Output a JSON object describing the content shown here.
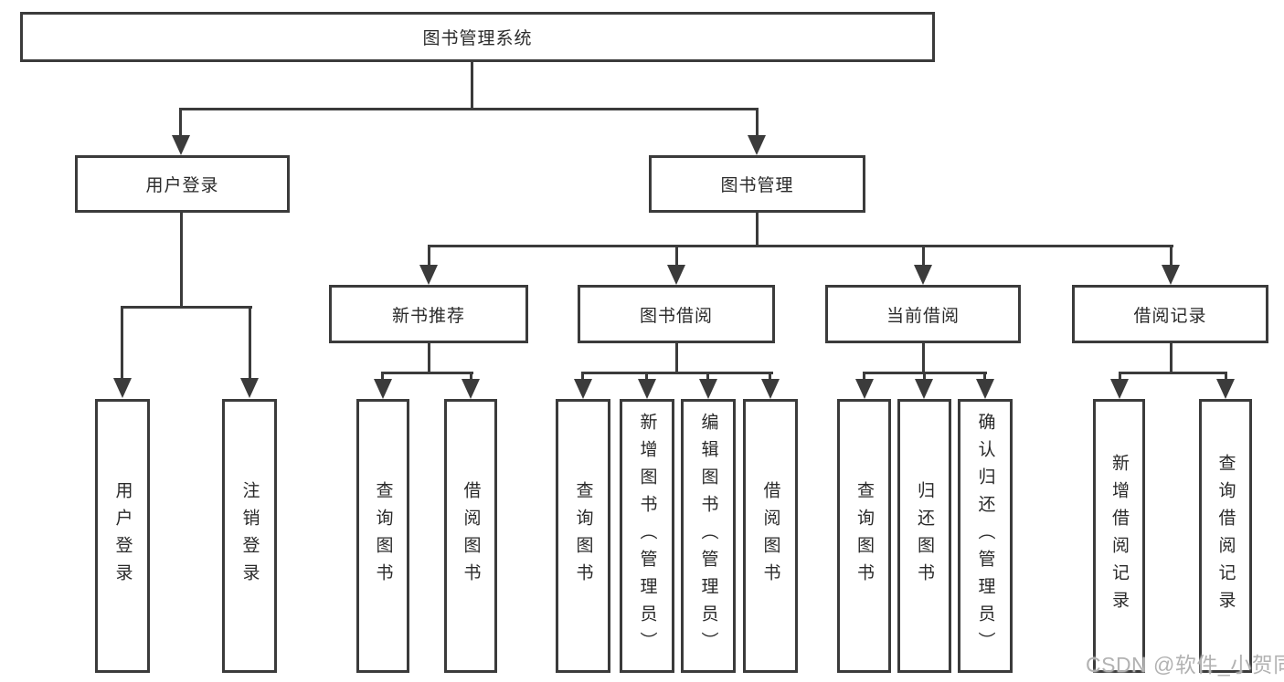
{
  "diagram_title": "图书管理系统",
  "colors": {
    "line": "#3b3b3b",
    "background": "#ffffff",
    "watermark": "#b2b2b2"
  },
  "watermark": {
    "text": "CSDN @软件_小贺同学"
  },
  "tree": {
    "label": "图书管理系统",
    "children": [
      {
        "label": "用户登录",
        "children": [
          {
            "label": "用户登录"
          },
          {
            "label": "注销登录"
          }
        ]
      },
      {
        "label": "图书管理",
        "children": [
          {
            "label": "新书推荐",
            "children": [
              {
                "label": "查询图书"
              },
              {
                "label": "借阅图书"
              }
            ]
          },
          {
            "label": "图书借阅",
            "children": [
              {
                "label": "查询图书"
              },
              {
                "label": "新增图书（管理员）"
              },
              {
                "label": "编辑图书（管理员）"
              },
              {
                "label": "借阅图书"
              }
            ]
          },
          {
            "label": "当前借阅",
            "children": [
              {
                "label": "查询图书"
              },
              {
                "label": "归还图书"
              },
              {
                "label": "确认归还（管理员）"
              }
            ]
          },
          {
            "label": "借阅记录",
            "children": [
              {
                "label": "新增借阅记录"
              },
              {
                "label": "查询借阅记录"
              }
            ]
          }
        ]
      }
    ]
  }
}
